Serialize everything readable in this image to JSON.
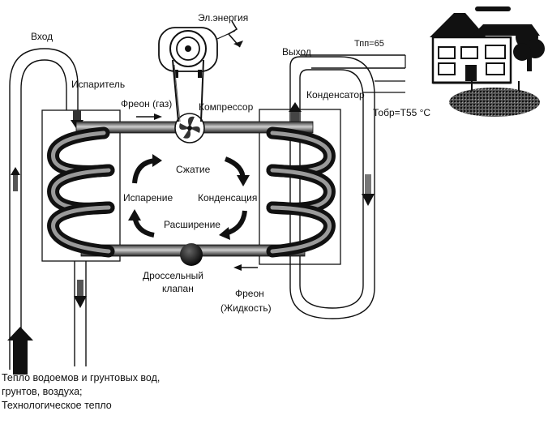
{
  "diagram": {
    "labels": {
      "input": "Вход",
      "electricity": "Эл.энергия",
      "output": "Выход",
      "t_supply": "Тпп=65",
      "evaporator": "Испаритель",
      "freon_gas": "Фреон (газ)",
      "compressor": "Компрессор",
      "condenser": "Конденсатор",
      "t_return": "Тобр=Т55 °С",
      "compression": "Сжатие",
      "evaporation": "Испарение",
      "condensation": "Конденсация",
      "expansion": "Расширение",
      "throttle_valve_1": "Дроссельный",
      "throttle_valve_2": "клапан",
      "freon_liquid_1": "Фреон",
      "freon_liquid_2": "(Жидкость)",
      "heat_source_1": "Тепло водоемов и грунтовых вод,",
      "heat_source_2": "грунтов, воздуха;",
      "heat_source_3": "Технологическое тепло"
    },
    "colors": {
      "line": "#111111",
      "fill_dark": "#1a1a1a",
      "fill_mid": "#777777",
      "background": "#ffffff"
    }
  }
}
